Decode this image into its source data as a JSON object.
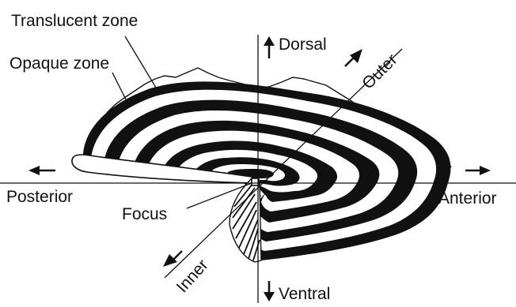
{
  "diagram": {
    "labels": {
      "translucent_zone": "Translucent zone",
      "opaque_zone": "Opaque zone",
      "dorsal": "Dorsal",
      "outer": "Outer",
      "posterior": "Posterior",
      "anterior": "Anterior",
      "focus": "Focus",
      "inner": "Inner",
      "ventral": "Ventral"
    },
    "ink_color": "#111111",
    "paper_color": "#ffffff",
    "opaque_band_count": 6
  }
}
